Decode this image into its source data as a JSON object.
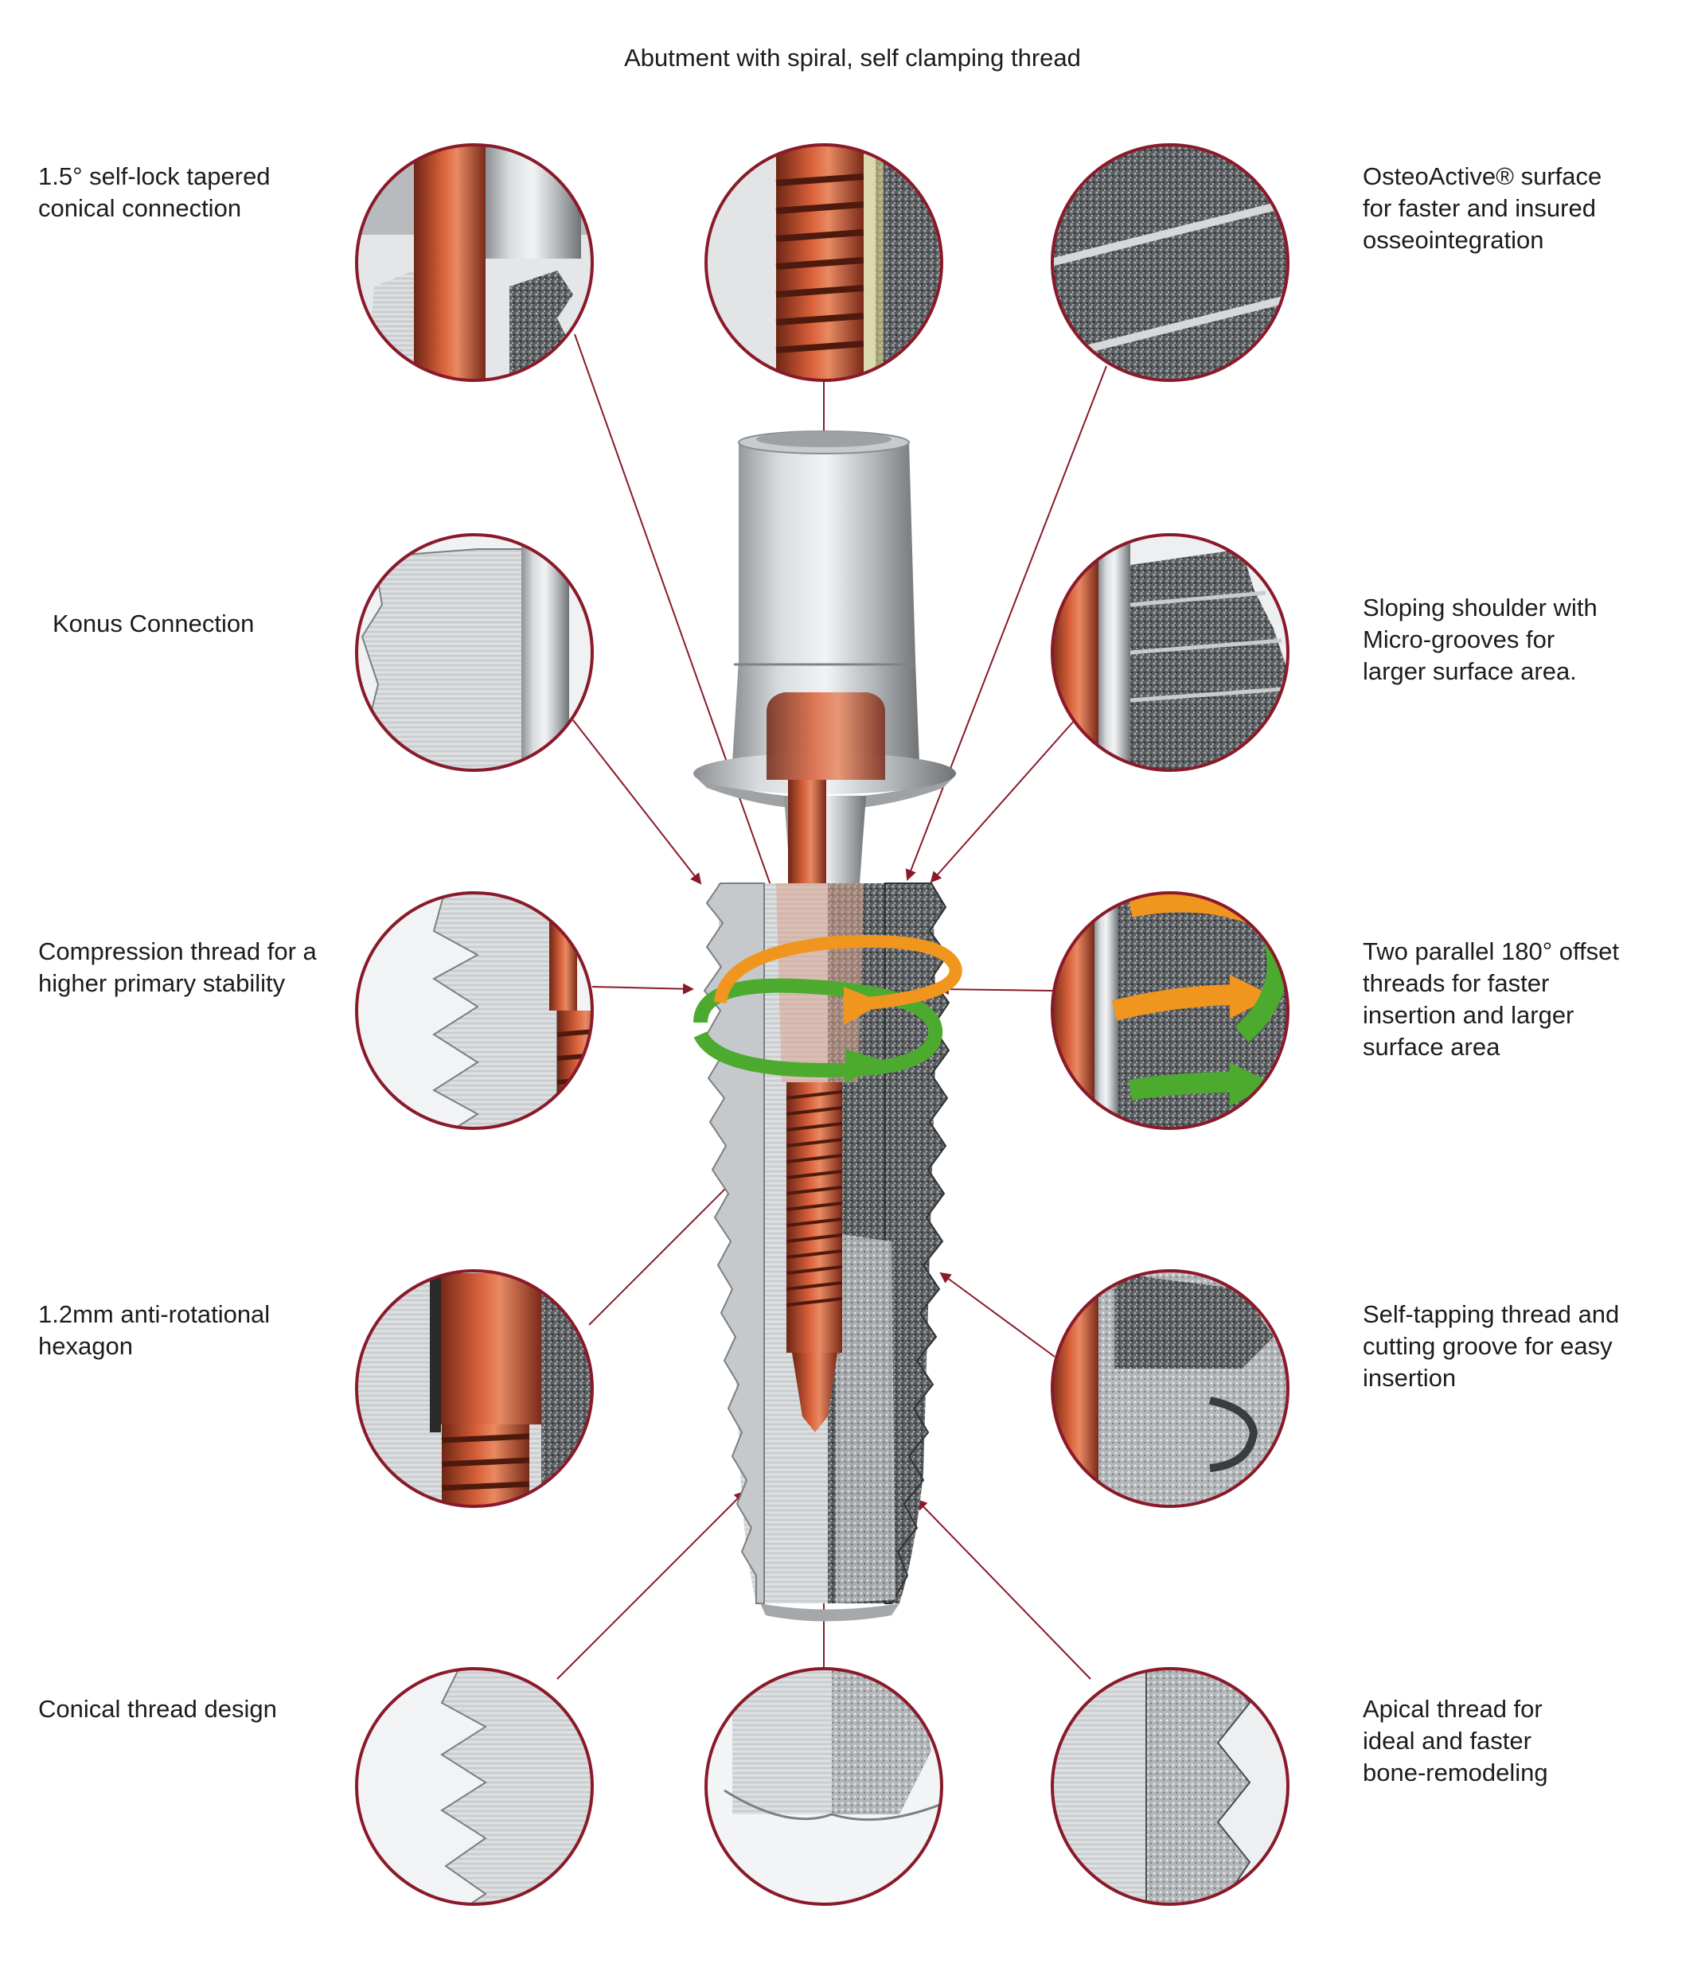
{
  "title": "Abutment with spiral, self clamping thread",
  "labels": {
    "self_lock": [
      "1.5° self-lock tapered",
      "conical connection"
    ],
    "osteoactive": [
      "OsteoActive® surface",
      "for faster and insured",
      "osseointegration"
    ],
    "konus": [
      "Konus Connection"
    ],
    "sloping": [
      "Sloping shoulder with",
      "Micro-grooves for",
      "larger surface area."
    ],
    "compression": [
      "Compression thread for a",
      "higher primary stability"
    ],
    "parallel": [
      "Two parallel 180° offset",
      "threads for faster",
      "insertion and larger",
      "surface area"
    ],
    "hexagon": [
      "1.2mm anti-rotational",
      "hexagon"
    ],
    "self_tapping": [
      "Self-tapping thread and",
      "cutting groove for easy",
      "insertion"
    ],
    "conical_thread": [
      "Conical thread design"
    ],
    "apical": [
      "Apical thread for",
      "ideal and faster",
      "bone-remodeling"
    ]
  },
  "colors": {
    "circle_border": "#8a1a2a",
    "leader_line": "#8a1a2a",
    "copper": "#c0502e",
    "metal": "#b9bcbf",
    "arrow_green": "#4caa2e",
    "arrow_orange": "#f0961e"
  }
}
